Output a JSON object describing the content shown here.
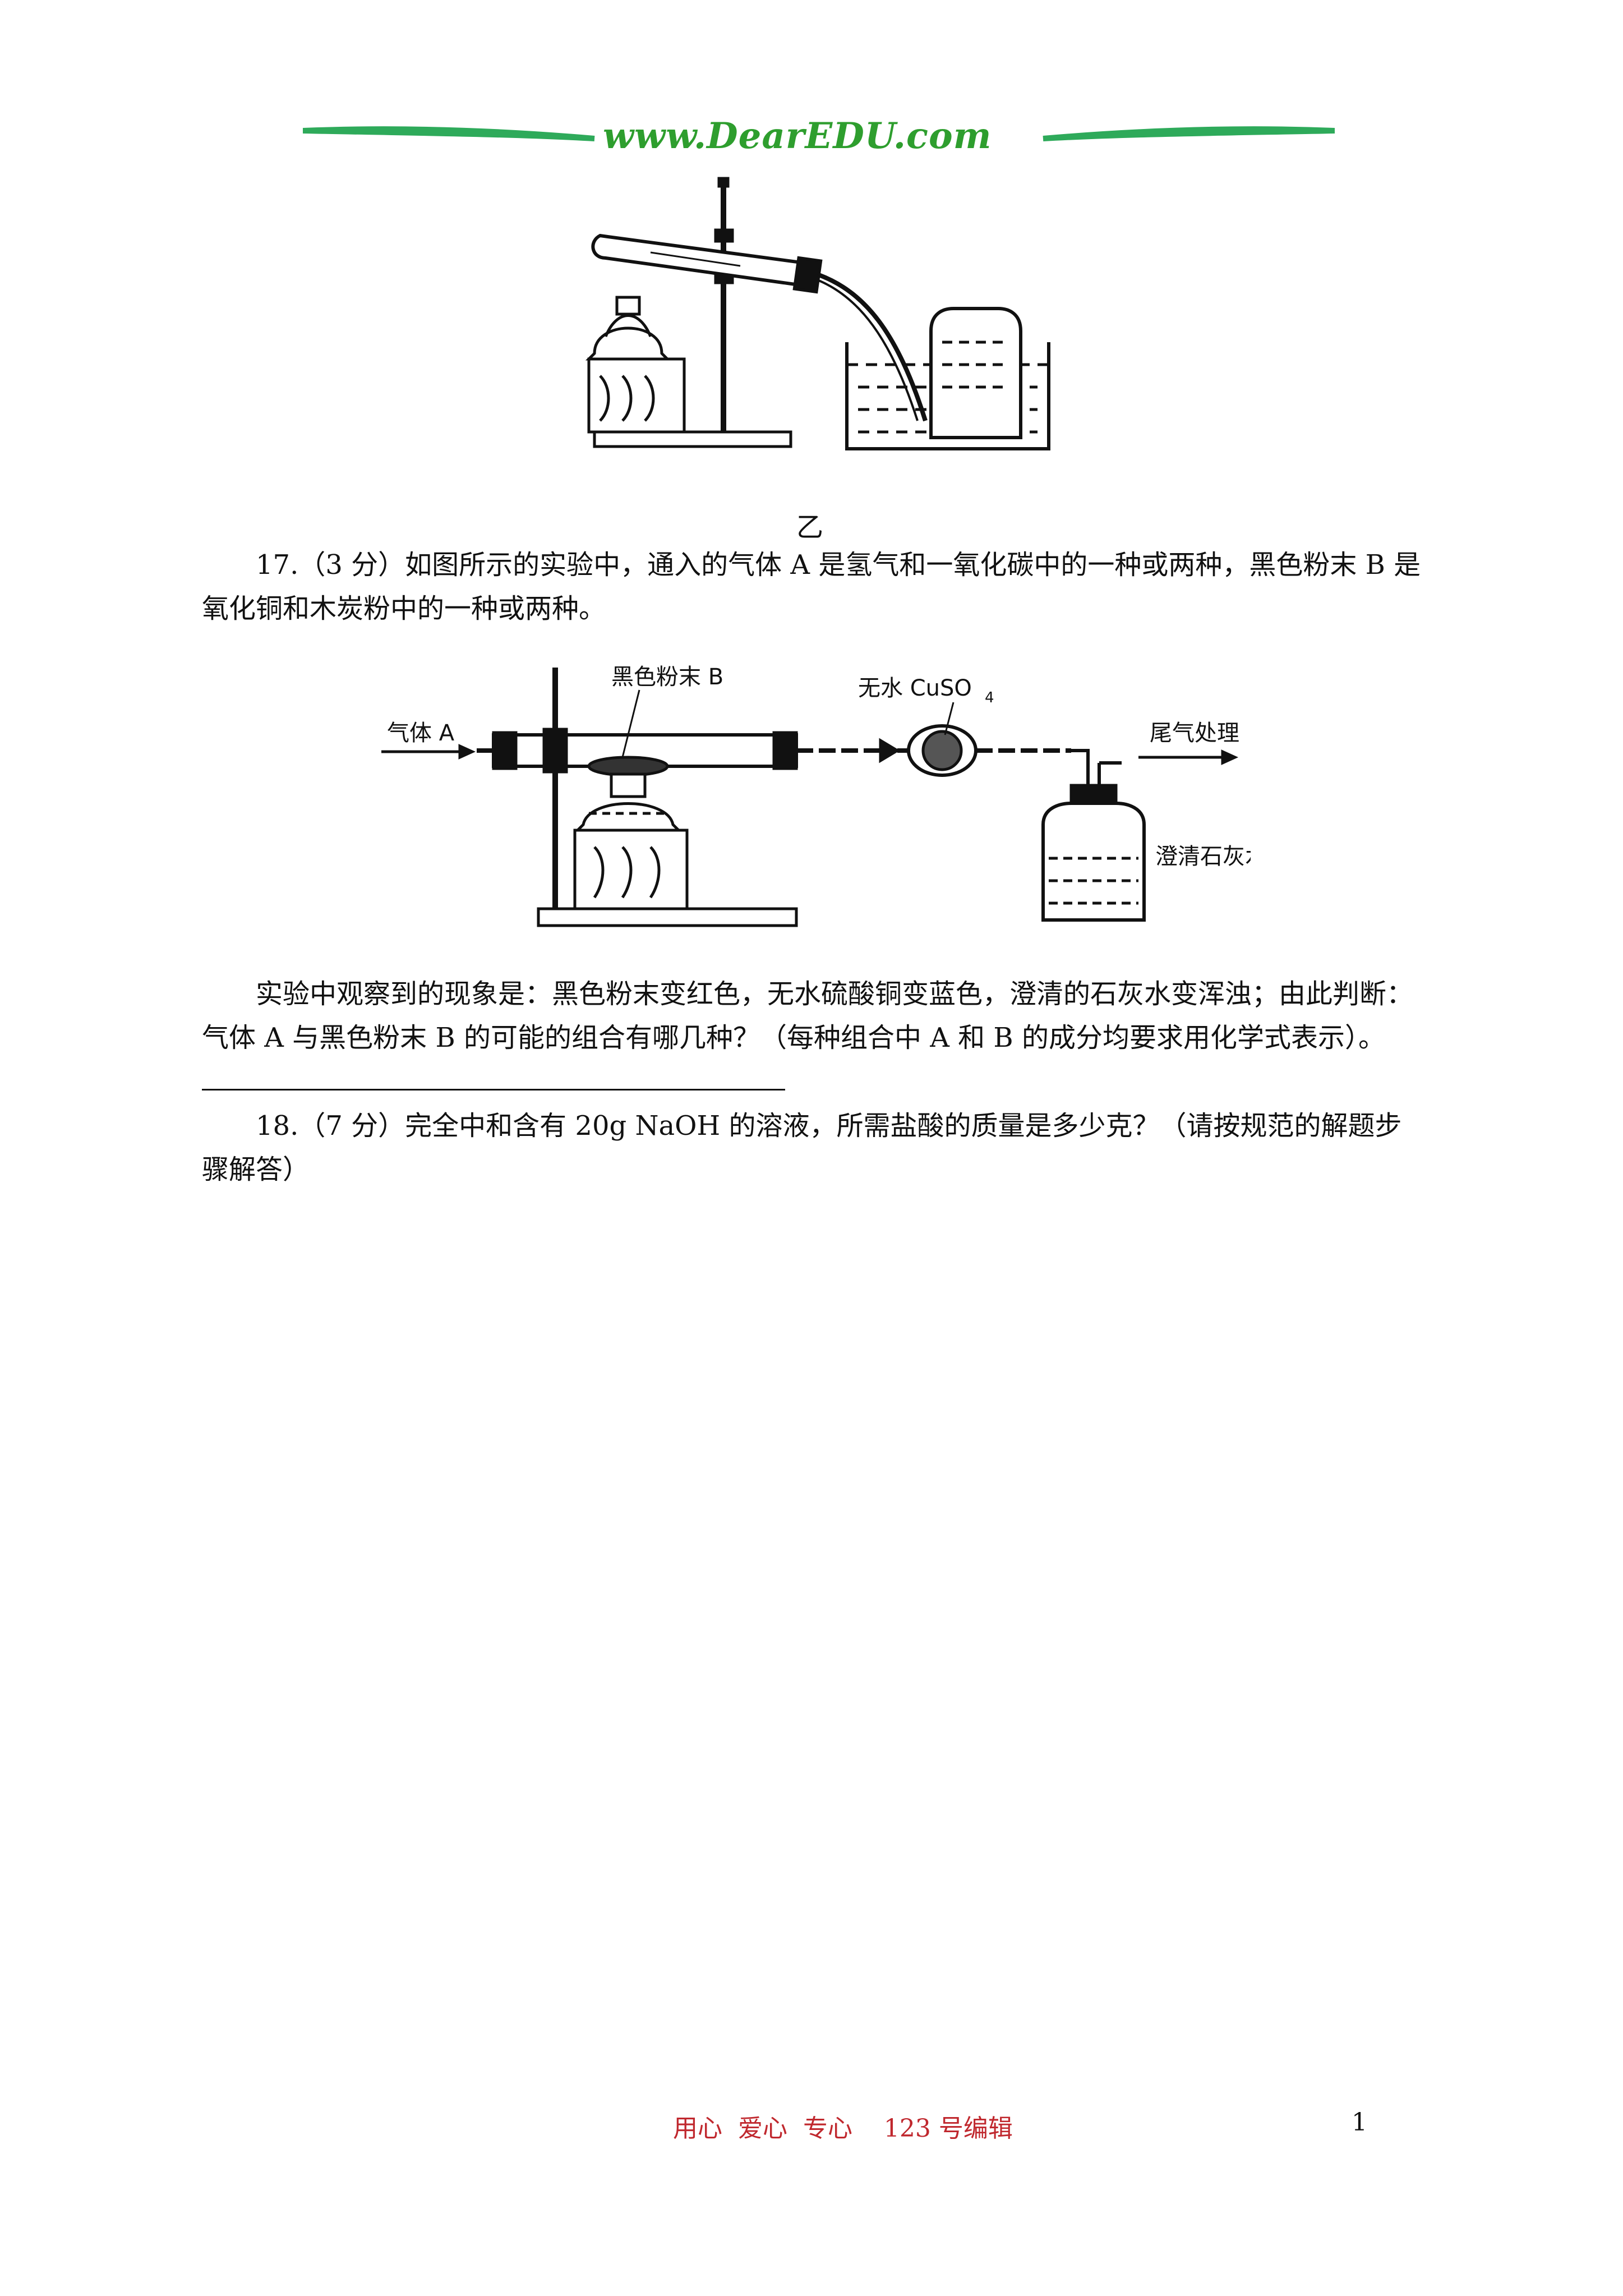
{
  "header": {
    "site_logo_text": "www.DearEDU.com",
    "accent_color": "#2e9e2e"
  },
  "figure_1": {
    "caption": "乙"
  },
  "question_17": {
    "number": "17.",
    "text": "（3 分）如图所示的实验中，通入的气体 A 是氢气和一氧化碳中的一种或两种，黑色粉末 B 是氧化铜和木炭粉中的一种或两种。"
  },
  "figure_2": {
    "labels": {
      "gas_a": "气体 A",
      "black_powder_b": "黑色粉末 B",
      "anhydrous_cuso4": "无水 CuSO",
      "subscript_4": "4",
      "exhaust_treatment": "尾气处理",
      "limewater": "澄清石灰水"
    }
  },
  "observation": {
    "text": "实验中观察到的现象是：黑色粉末变红色，无水硫酸铜变蓝色，澄清的石灰水变浑浊；由此判断：气体 A 与黑色粉末 B 的可能的组合有哪几种？（每种组合中 A 和 B 的成分均要求用化学式表示）。"
  },
  "question_18": {
    "number": "18.",
    "text": "（7 分）完全中和含有 20g NaOH 的溶液，所需盐酸的质量是多少克？（请按规范的解题步骤解答）"
  },
  "footer": {
    "center_text": "用心  爱心  专心    123 号编辑",
    "page_number": "1",
    "footer_color": "#c0282e"
  }
}
